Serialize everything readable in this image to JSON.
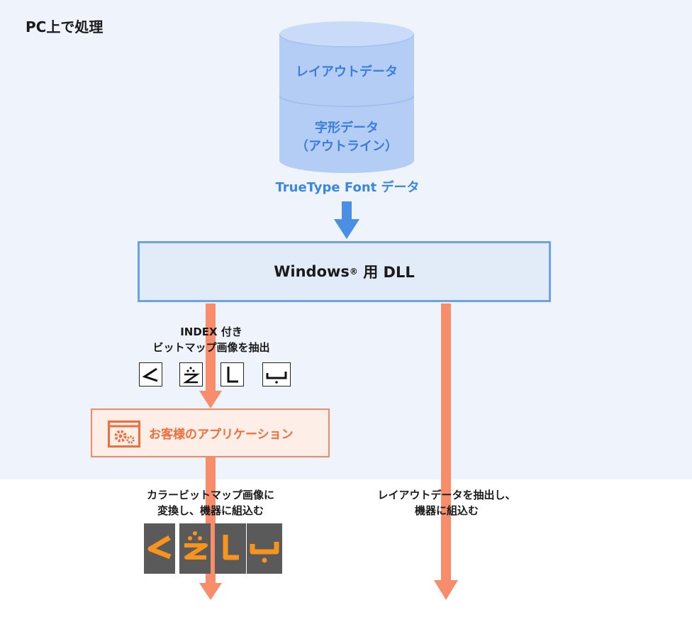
{
  "pc_area": {
    "label": "PC上で処理"
  },
  "font_data": {
    "layout_data": "レイアウトデータ",
    "glyph_data_line1": "字形データ",
    "glyph_data_line2": "（アウトライン）",
    "caption": "TrueType Font データ"
  },
  "dll": {
    "label_main": "Windows",
    "registered_mark": "®",
    "label_rest": " 用 DLL"
  },
  "index_note": {
    "line1": "INDEX 付き",
    "line2": "ビットマップ画像を抽出"
  },
  "application": {
    "label": "お客様のアプリケーション",
    "icon": "settings-window-icon"
  },
  "color_note": {
    "line1": "カラービットマップ画像に",
    "line2": "変換し、機器に組込む"
  },
  "layout_note": {
    "line1": "レイアウトデータを抽出し、",
    "line2": "機器に組込む"
  },
  "glyphs": [
    "kaf-glyph",
    "tha-glyph",
    "lam-glyph",
    "ba-glyph"
  ],
  "colors": {
    "pc_background": "#eff3fb",
    "database": "#b4cdf5",
    "blue_text": "#3b7ddd",
    "dll_border": "#6ea2e8",
    "orange_arrow": "#f78d6b",
    "app_text": "#ee6e3c",
    "glyph_tile": "#5a5a5a",
    "glyph_fill": "#f7941d"
  }
}
